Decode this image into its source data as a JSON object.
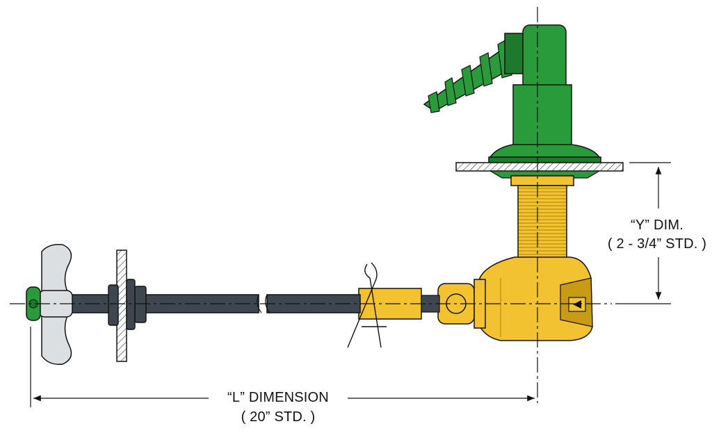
{
  "dimensions": {
    "y": {
      "label": "“Y” DIM.",
      "standard": "( 2 - 3/4” STD. )"
    },
    "l": {
      "label": "“L” DIMENSION",
      "standard": "( 20” STD. )"
    }
  },
  "colors": {
    "outlet_green": "#2a9b3a",
    "outlet_dark": "#1d7a2c",
    "fitting_yellow": "#f2c230",
    "fitting_dark": "#c99a14",
    "rod": "#3e4650",
    "handle": "#dcdfe2",
    "line": "#111111"
  }
}
